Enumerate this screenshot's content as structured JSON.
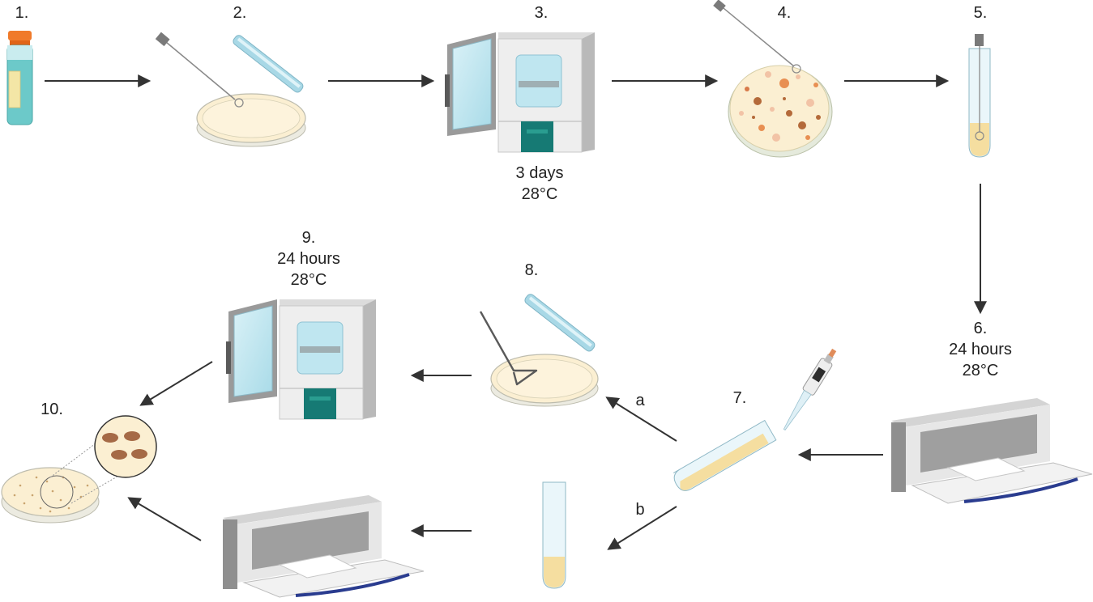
{
  "steps": {
    "s1": {
      "number": "1."
    },
    "s2": {
      "number": "2."
    },
    "s3": {
      "number": "3.",
      "line1": "3 days",
      "line2": "28°C"
    },
    "s4": {
      "number": "4."
    },
    "s5": {
      "number": "5."
    },
    "s6": {
      "number": "6.",
      "line1": "24 hours",
      "line2": "28°C"
    },
    "s7": {
      "number": "7."
    },
    "s8": {
      "number": "8."
    },
    "s9": {
      "number": "9.",
      "line1": "24 hours",
      "line2": "28°C"
    },
    "s10": {
      "number": "10."
    }
  },
  "branches": {
    "a": "a",
    "b": "b"
  },
  "colors": {
    "arrow": "#333333",
    "agar": "#fbefd2",
    "dish_rim": "#d6d6c8",
    "lid": "#a8d8e6",
    "incubator_body": "#eeeeee",
    "incubator_side": "#c2c2c2",
    "incubator_panel": "#167a74",
    "vial": "#6cc9c9",
    "vial_cap": "#f07a2a",
    "broth": "#f5dea0",
    "colony_dark": "#b46a3a",
    "colony_light": "#f2c3a6",
    "streak_colony": "#a56a46",
    "shaker_base": "#2a3c8f"
  },
  "icons": [
    "culture-vial-icon",
    "petri-dish-icon",
    "loop-icon",
    "incubator-icon",
    "colony-plate-icon",
    "test-tube-icon",
    "shaker-icon",
    "pipette-icon",
    "spreader-icon",
    "magnifier-icon",
    "arrow-icon"
  ]
}
